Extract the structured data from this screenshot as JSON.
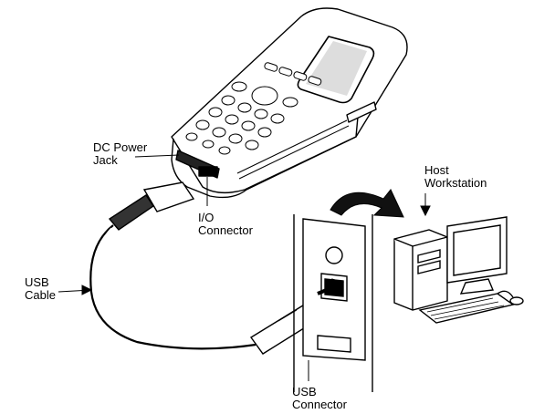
{
  "labels": {
    "dc_power_jack": [
      "DC Power",
      "Jack"
    ],
    "io_connector": [
      "I/O",
      "Connector"
    ],
    "usb_cable": [
      "USB",
      "Cable"
    ],
    "host_workstation": [
      "Host",
      "Workstation"
    ],
    "usb_connector": [
      "USB",
      "Connector"
    ]
  },
  "colors": {
    "line": "#000000",
    "background": "#ffffff",
    "arrow": "#111111"
  },
  "icons": [
    "handheld-terminal-icon",
    "usb-cable-icon",
    "wall-port-panel-icon",
    "desktop-computer-icon",
    "monitor-icon",
    "keyboard-icon",
    "mouse-icon",
    "curved-arrow-icon"
  ]
}
